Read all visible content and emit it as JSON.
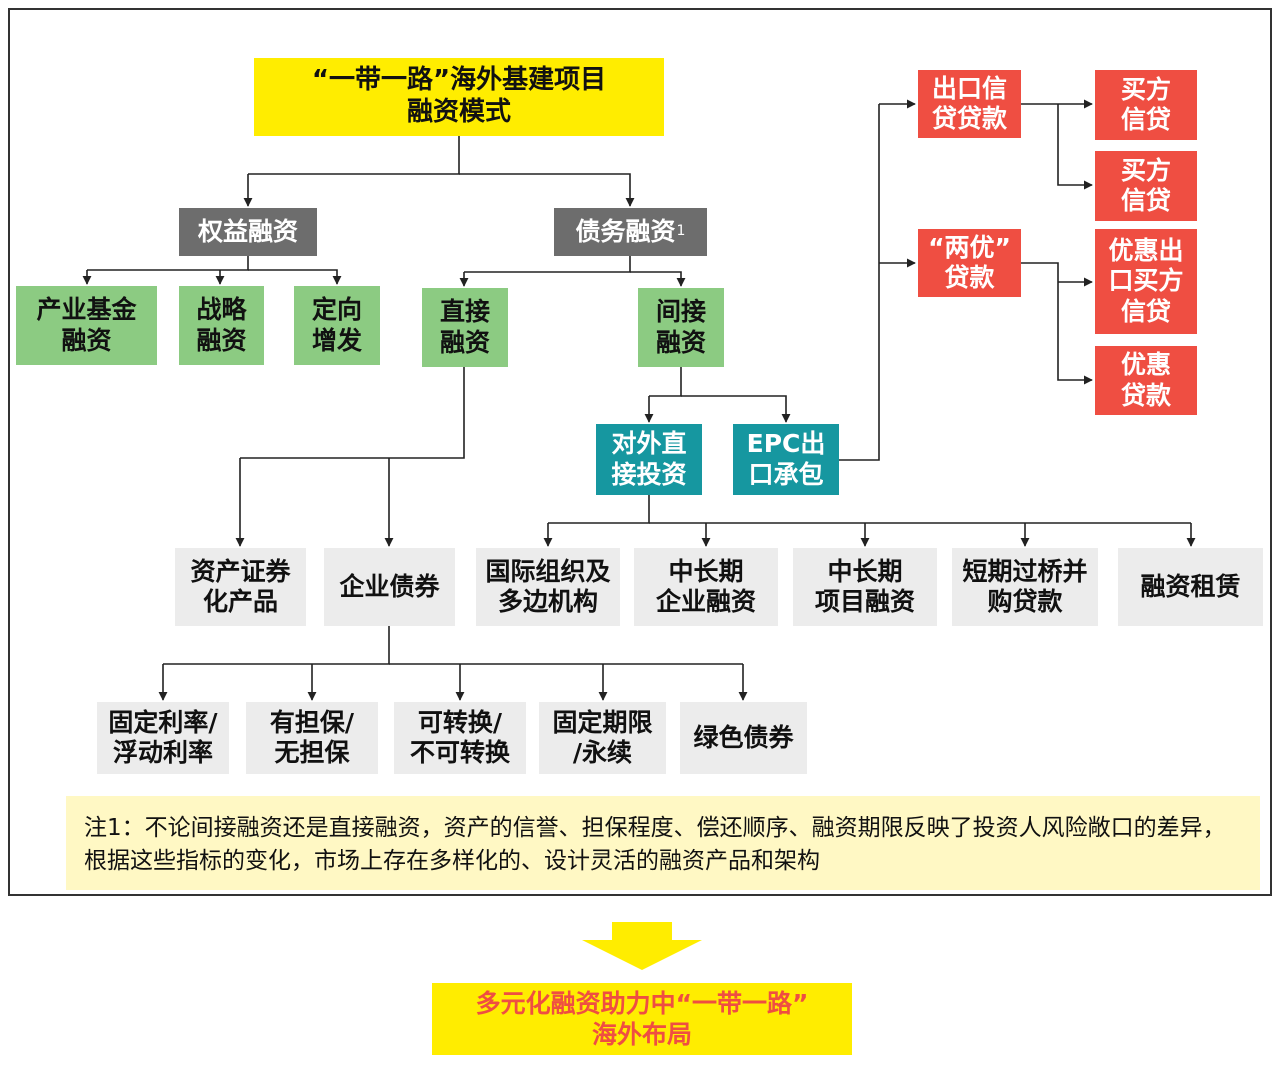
{
  "title": "“一带一路”海外基建项目\n融资模式",
  "equity": {
    "label": "权益融资",
    "children": [
      "产业基金\n融资",
      "战略\n融资",
      "定向\n增发"
    ]
  },
  "debt": {
    "label": "债务融资",
    "superscript": "1",
    "direct": "直接\n融资",
    "indirect": "间接\n融资"
  },
  "direct_children": [
    "资产证券\n化产品",
    "企业债券"
  ],
  "bond_types": [
    "固定利率/\n浮动利率",
    "有担保/\n无担保",
    "可转换/\n不可转换",
    "固定期限\n/永续",
    "绿色债券"
  ],
  "indirect_children": {
    "fdi": "对外直\n接投资",
    "epc": "EPC出\n口承包"
  },
  "fdi_children": [
    "国际组织及\n多边机构",
    "中长期\n企业融资",
    "中长期\n项目融资",
    "短期过桥并\n购贷款",
    "融资租赁"
  ],
  "epc_children": {
    "export_credit": "出口信\n贷贷款",
    "two_pref": "“两优”\n贷款",
    "export_credit_children": [
      "买方\n信贷",
      "买方\n信贷"
    ],
    "two_pref_children": [
      "优惠出\n口买方\n信贷",
      "优惠\n贷款"
    ]
  },
  "note": "注1：不论间接融资还是直接融资，资产的信誉、担保程度、偿还顺序、融资期限反映了投资人风险敞口的差异，根据这些指标的变化，市场上存在多样化的、设计灵活的融资产品和架构",
  "result": "多元化融资助力中“一带一路”\n海外布局",
  "colors": {
    "yellow": "#ffed00",
    "dark_gray": "#6d6d6d",
    "green": "#8ccb82",
    "teal": "#1697a0",
    "red": "#ef4e42",
    "light_gray": "#ececec",
    "note_bg": "#fff8c4"
  }
}
